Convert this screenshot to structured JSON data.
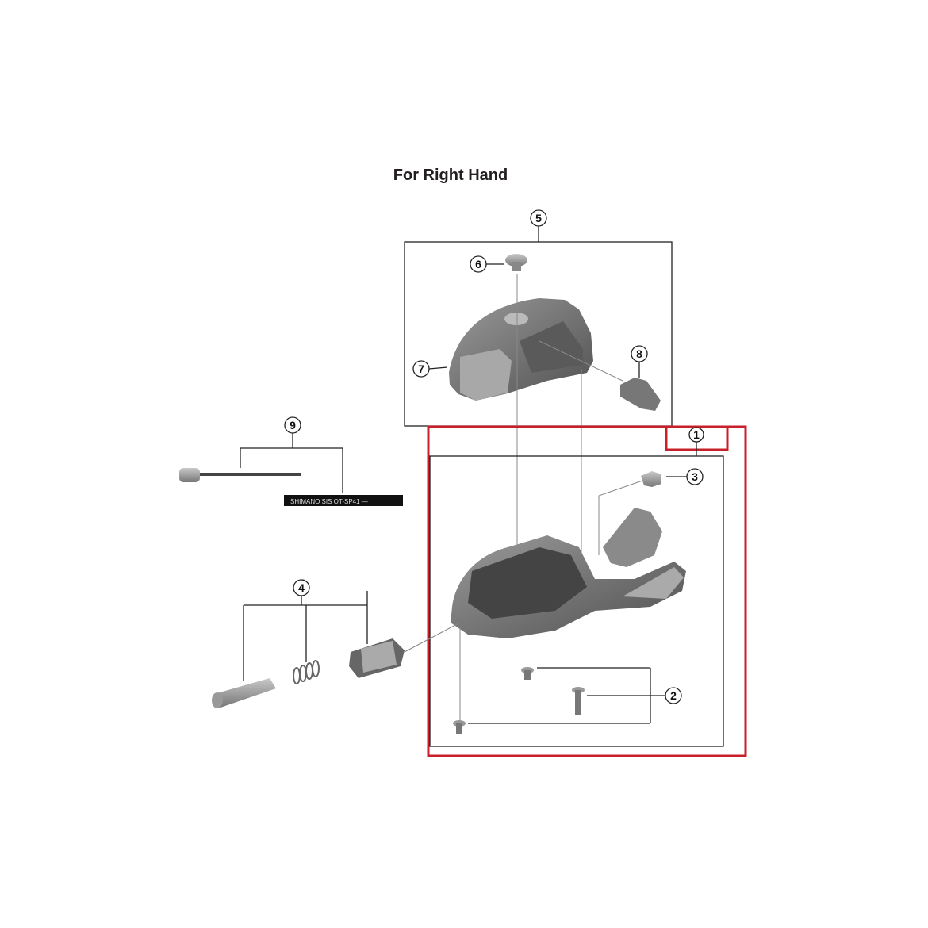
{
  "title": "For Right Hand",
  "callouts": [
    "1",
    "2",
    "3",
    "4",
    "5",
    "6",
    "7",
    "8",
    "9"
  ],
  "cable_housing_text": "SHIMANO SIS  OT-SP41 —",
  "colors": {
    "highlight": "#c8202a",
    "part": "#6e6e6e",
    "line": "#222222"
  }
}
